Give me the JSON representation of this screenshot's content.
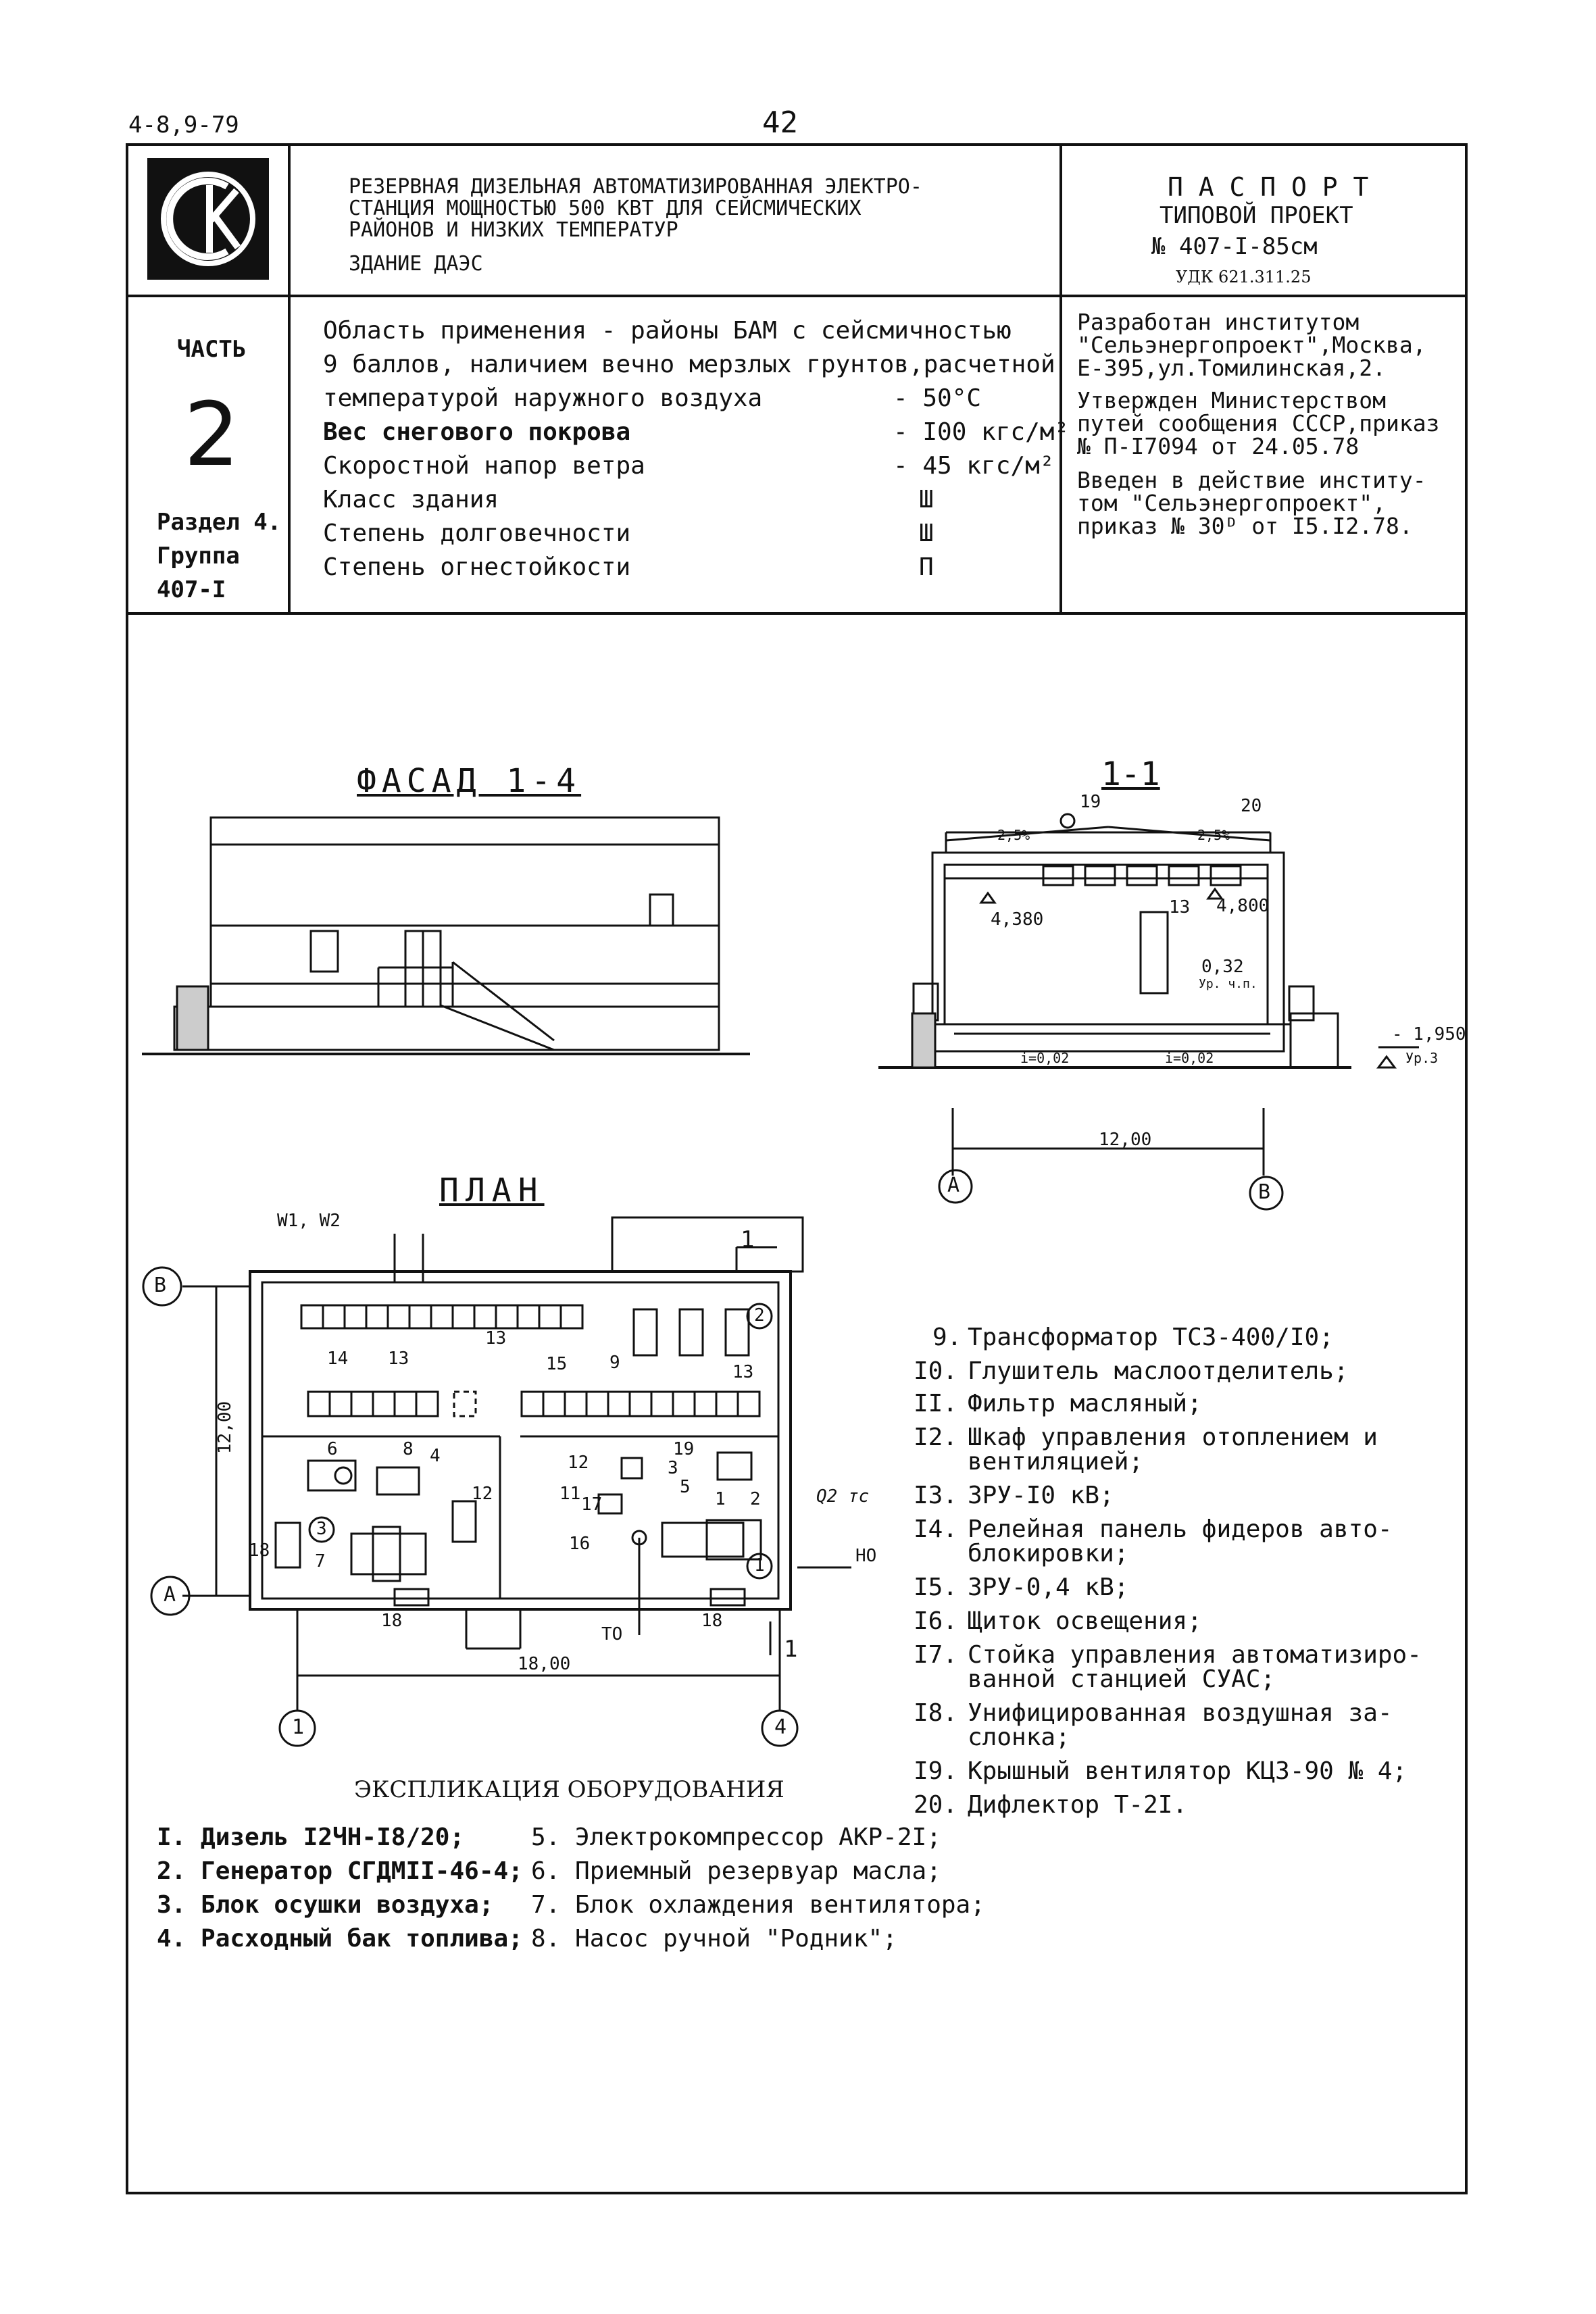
{
  "page": {
    "code": "4-8,9-79",
    "number": "42"
  },
  "title_block": {
    "title_lines": [
      "РЕЗЕРВНАЯ ДИЗЕЛЬНАЯ АВТОМАТИЗИРОВАННАЯ ЭЛЕКТРО-",
      "СТАНЦИЯ МОЩНОСТЬЮ 500 КВТ ДЛЯ СЕЙСМИЧЕСКИХ",
      "РАЙОНОВ И НИЗКИХ ТЕМПЕРАТУР"
    ],
    "subtitle": "ЗДАНИЕ ДАЭС",
    "passport": "П А С П О Р Т",
    "typical_project": "ТИПОВОЙ ПРОЕКТ",
    "project_no": "№ 407-I-85см",
    "udk": "УДК 621.311.25"
  },
  "part": {
    "label": "ЧАСТЬ",
    "number": "2",
    "section": "Раздел 4.",
    "group_label": "Группа",
    "group": "407-I"
  },
  "params": {
    "intro": [
      "Область применения - районы БАМ с сейсмичностью",
      "9 баллов, наличием вечно мерзлых грунтов,расчетной"
    ],
    "rows": [
      {
        "label": "температурой наружного воздуха",
        "value": "- 50°С"
      },
      {
        "label": "Вес снегового покрова",
        "value": "- I00 кгс/м²"
      },
      {
        "label": "Скоростной напор ветра",
        "value": "- 45 кгс/м²"
      },
      {
        "label": "Класс здания",
        "value": "Ш"
      },
      {
        "label": "Степень долговечности",
        "value": "Ш"
      },
      {
        "label": "Степень огнестойкости",
        "value": "П"
      }
    ]
  },
  "developer": {
    "lines": [
      "Разработан институтом",
      "\"Сельэнергопроект\",Москва,",
      "Е-395,ул.Томилинская,2.",
      "Утвержден Министерством",
      "путей сообщения СССР,приказ",
      "№ П-I7094 от 24.05.78",
      "Введен в действие институ-",
      "том \"Сельэнергопроект\",",
      "приказ № 30ᴰ от I5.I2.78."
    ]
  },
  "drawings": {
    "facade_title": "ФАСАД 1-4",
    "section_title": "1-1",
    "plan_title": "ПЛАН",
    "section_labels": {
      "n19": "19",
      "n20": "20",
      "slope_left": "2,5%",
      "slope_right": "2,5%",
      "n13": "13",
      "el1": "4,380",
      "el2": "4,800",
      "el3": "0,32",
      "el3_sub": "Ур. ч.п.",
      "el4": "- 1,950",
      "el4_sub": "Ур.З",
      "slope_a": "i=0,02",
      "slope_b": "i=0,02",
      "span": "12,00",
      "axis_a": "А",
      "axis_b": "В"
    },
    "plan_labels": {
      "w": "W1, W2",
      "cut_top": "1",
      "cut_bottom": "1",
      "axis_b": "В",
      "axis_a": "А",
      "axis_1": "1",
      "axis_4": "4",
      "width_dim": "12,00",
      "length_dim": "18,00",
      "q": "Q2 тс",
      "ho": "НО",
      "to": "ТО",
      "n1": "1",
      "n2": "2",
      "n3": "3",
      "n4": "4",
      "n5": "5",
      "n6": "6",
      "n7": "7",
      "n8": "8",
      "n9": "9",
      "n11": "11",
      "n12": "12",
      "n12b": "12",
      "n13": "13",
      "n13b": "13",
      "n13c": "13",
      "n14": "14",
      "n15": "15",
      "n16": "16",
      "n17": "17",
      "n18a": "18",
      "n18b": "18",
      "n18c": "18",
      "n19": "19",
      "c1": "1",
      "c2": "2",
      "c3": "3"
    }
  },
  "explication": {
    "title": "ЭКСПЛИКАЦИЯ ОБОРУДОВАНИЯ",
    "col1": [
      "I. Дизель I2ЧН-I8/20;",
      "2. Генератор СГДМII-46-4;",
      "3. Блок осушки воздуха;",
      "4. Расходный бак топлива;"
    ],
    "col2": [
      "5. Электрокомпрессор АКР-2I;",
      "6. Приемный резервуар масла;",
      "7. Блок охлаждения вентилятора;",
      "8. Насос ручной \"Родник\";"
    ],
    "right_list": [
      {
        "n": "9.",
        "text": [
          "Трансформатор ТСЗ-400/I0;"
        ]
      },
      {
        "n": "I0.",
        "text": [
          "Глушитель маслоотделитель;"
        ]
      },
      {
        "n": "II.",
        "text": [
          "Фильтр масляный;"
        ]
      },
      {
        "n": "I2.",
        "text": [
          "Шкаф управления отоплением и",
          "вентиляцией;"
        ]
      },
      {
        "n": "I3.",
        "text": [
          "ЗРУ-I0 кВ;"
        ]
      },
      {
        "n": "I4.",
        "text": [
          "Релейная панель фидеров авто-",
          "блокировки;"
        ]
      },
      {
        "n": "I5.",
        "text": [
          "ЗРУ-0,4 кВ;"
        ]
      },
      {
        "n": "I6.",
        "text": [
          "Щиток освещения;"
        ]
      },
      {
        "n": "I7.",
        "text": [
          "Стойка управления автоматизиро-",
          "ванной станцией СУАС;"
        ]
      },
      {
        "n": "I8.",
        "text": [
          "Унифицированная воздушная за-",
          "слонка;"
        ]
      },
      {
        "n": "I9.",
        "text": [
          "Крышный вентилятор КЦЗ-90 № 4;"
        ]
      },
      {
        "n": "20.",
        "text": [
          "Дифлектор Т-2I."
        ]
      }
    ]
  }
}
